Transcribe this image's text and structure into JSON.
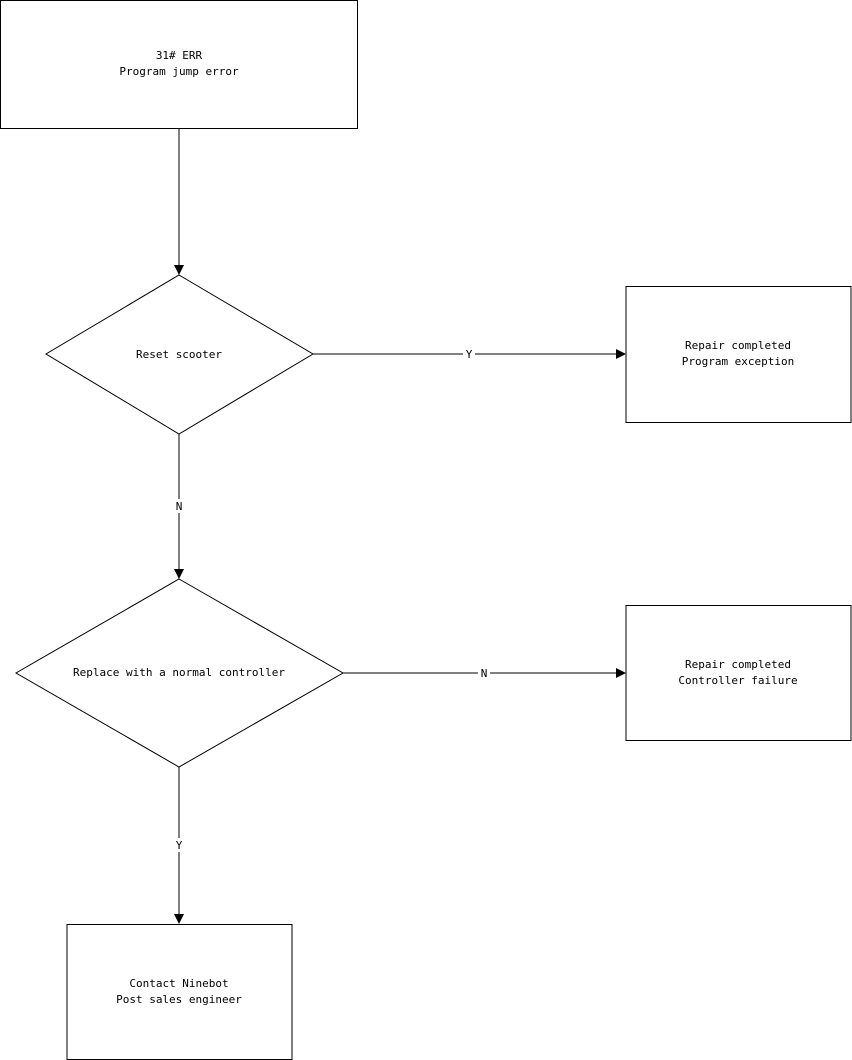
{
  "diagram": {
    "start": {
      "line1": "31# ERR",
      "line2": "Program jump error"
    },
    "decision_reset": {
      "label": "Reset scooter"
    },
    "result_program": {
      "line1": "Repair completed",
      "line2": "Program exception"
    },
    "decision_replace": {
      "label": "Replace with a normal controller"
    },
    "result_controller": {
      "line1": "Repair completed",
      "line2": "Controller failure"
    },
    "contact": {
      "line1": "Contact Ninebot",
      "line2": "Post sales engineer"
    },
    "edges": {
      "reset_yes": "Y",
      "reset_no": "N",
      "replace_no": "N",
      "replace_yes": "Y"
    }
  },
  "colors": {
    "stroke": "#000000",
    "fill": "#ffffff",
    "background": "#ffffff"
  }
}
